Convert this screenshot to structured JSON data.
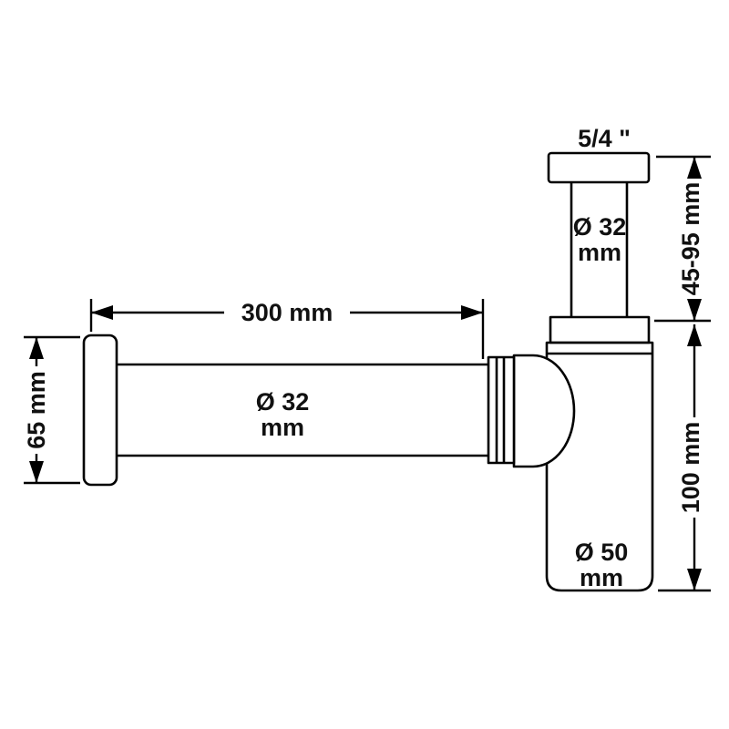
{
  "diagram": {
    "title": "bottle-trap-technical-drawing",
    "colors": {
      "line": "#000000",
      "text": "#111111",
      "background": "#ffffff"
    },
    "labels": {
      "thread_size": "5/4 \"",
      "riser_diameter_line1": "Ø 32",
      "riser_diameter_line2": "mm",
      "height_adjust_range": "45-95 mm",
      "inlet_length": "300 mm",
      "inlet_diameter_line1": "Ø 32",
      "inlet_diameter_line2": "mm",
      "flange_height": "65 mm",
      "body_height": "100 mm",
      "body_diameter_line1": "Ø 50",
      "body_diameter_line2": "mm"
    }
  }
}
